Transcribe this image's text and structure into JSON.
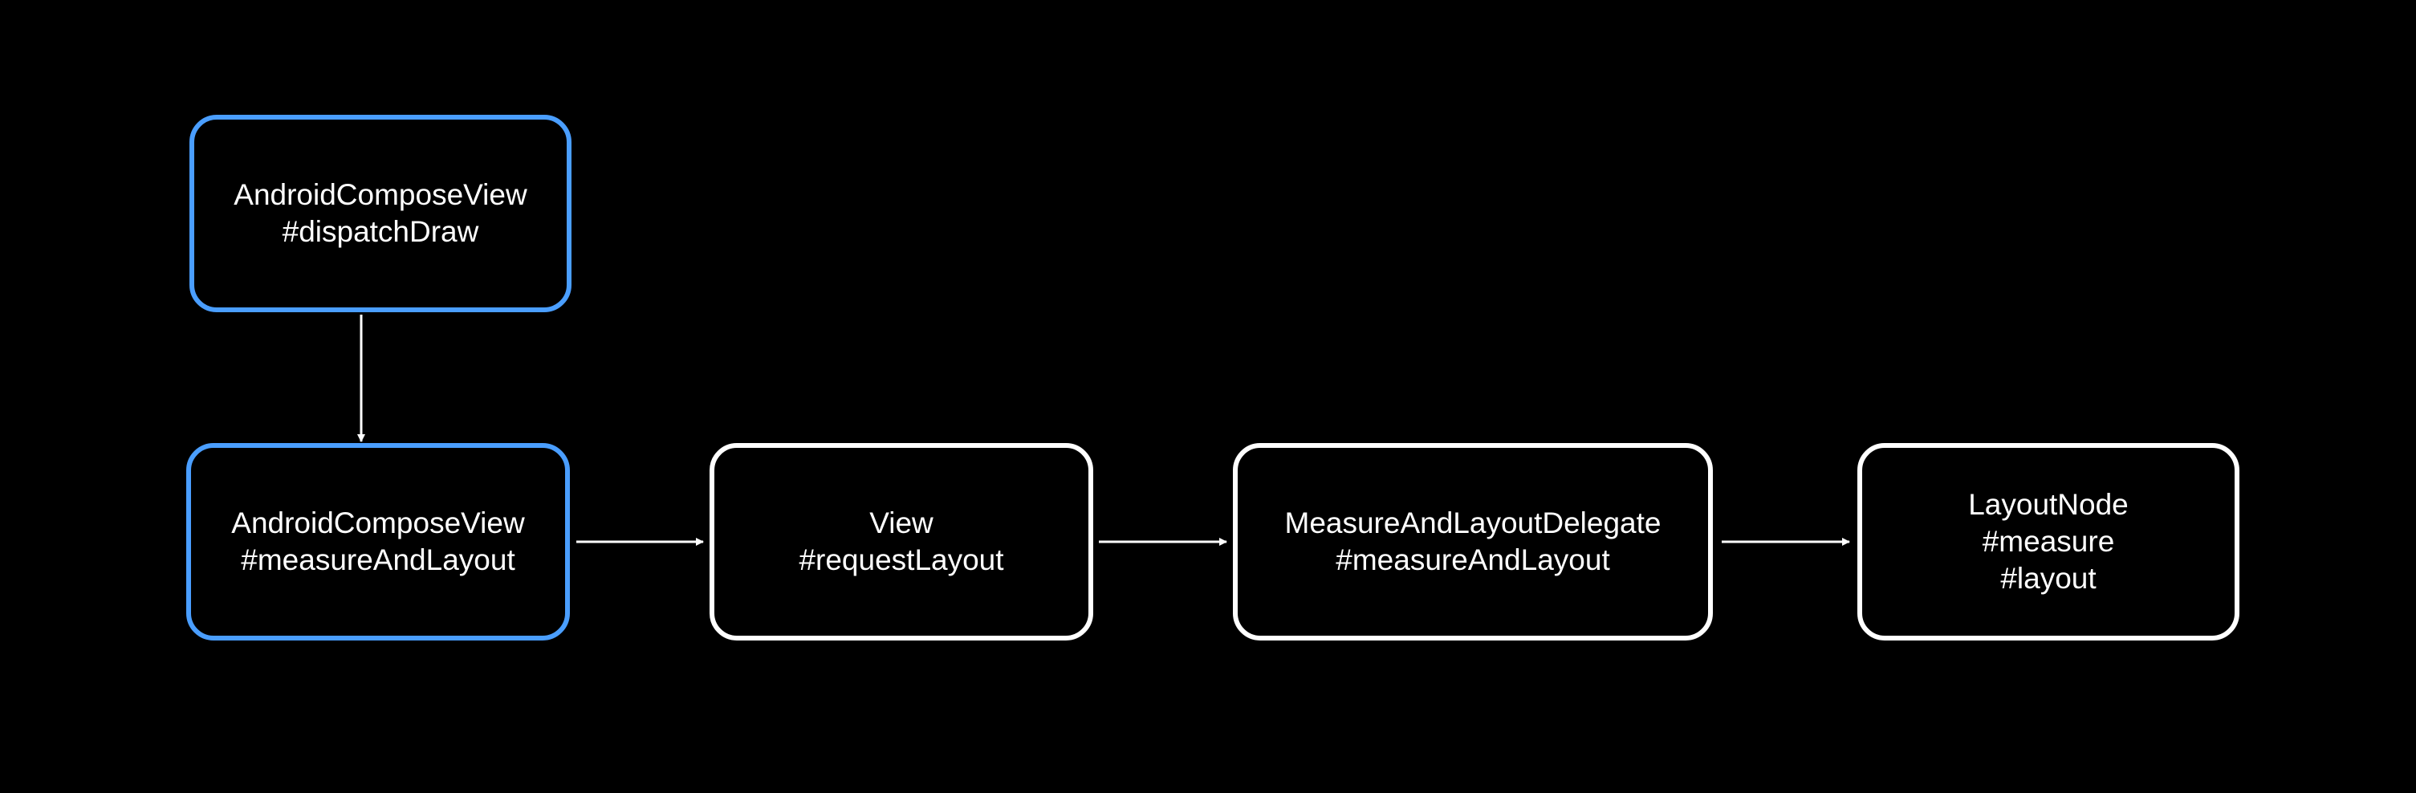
{
  "colors": {
    "background": "#000000",
    "highlight_border": "#4a9eff",
    "default_border": "#ffffff",
    "text": "#ffffff",
    "arrow": "#ffffff"
  },
  "nodes": [
    {
      "id": "dispatch-draw",
      "highlight": true,
      "lines": [
        "AndroidComposeView",
        "#dispatchDraw"
      ]
    },
    {
      "id": "measure-and-layout",
      "highlight": true,
      "lines": [
        "AndroidComposeView",
        "#measureAndLayout"
      ]
    },
    {
      "id": "view",
      "highlight": false,
      "lines": [
        "View",
        "#requestLayout"
      ]
    },
    {
      "id": "delegate",
      "highlight": false,
      "lines": [
        "MeasureAndLayoutDelegate",
        "#measureAndLayout"
      ]
    },
    {
      "id": "layout-node",
      "highlight": false,
      "lines": [
        "LayoutNode",
        "#measure",
        "#layout"
      ]
    }
  ],
  "edges": [
    {
      "from": "dispatch-draw",
      "to": "measure-and-layout"
    },
    {
      "from": "measure-and-layout",
      "to": "view"
    },
    {
      "from": "view",
      "to": "delegate"
    },
    {
      "from": "delegate",
      "to": "layout-node"
    }
  ]
}
